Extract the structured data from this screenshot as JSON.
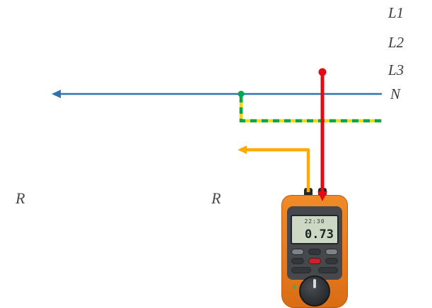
{
  "labels": {
    "l1": "L1",
    "l2": "L2",
    "l3": "L3",
    "n": "N",
    "resistance_left": "R",
    "resistance_mid": "R"
  },
  "colors": {
    "neutral_line": "#2e74b5",
    "pe_yellow": "#ffd500",
    "pe_green": "#00a550",
    "test_lead_red": "#e30b13",
    "test_lead_orange": "#ffaa00",
    "meter_body": "#e87a1e",
    "meter_face": "#46484c",
    "lcd_background": "#ccd8c4"
  },
  "meter": {
    "lcd": {
      "time": "22:30",
      "value": "0.73"
    }
  }
}
